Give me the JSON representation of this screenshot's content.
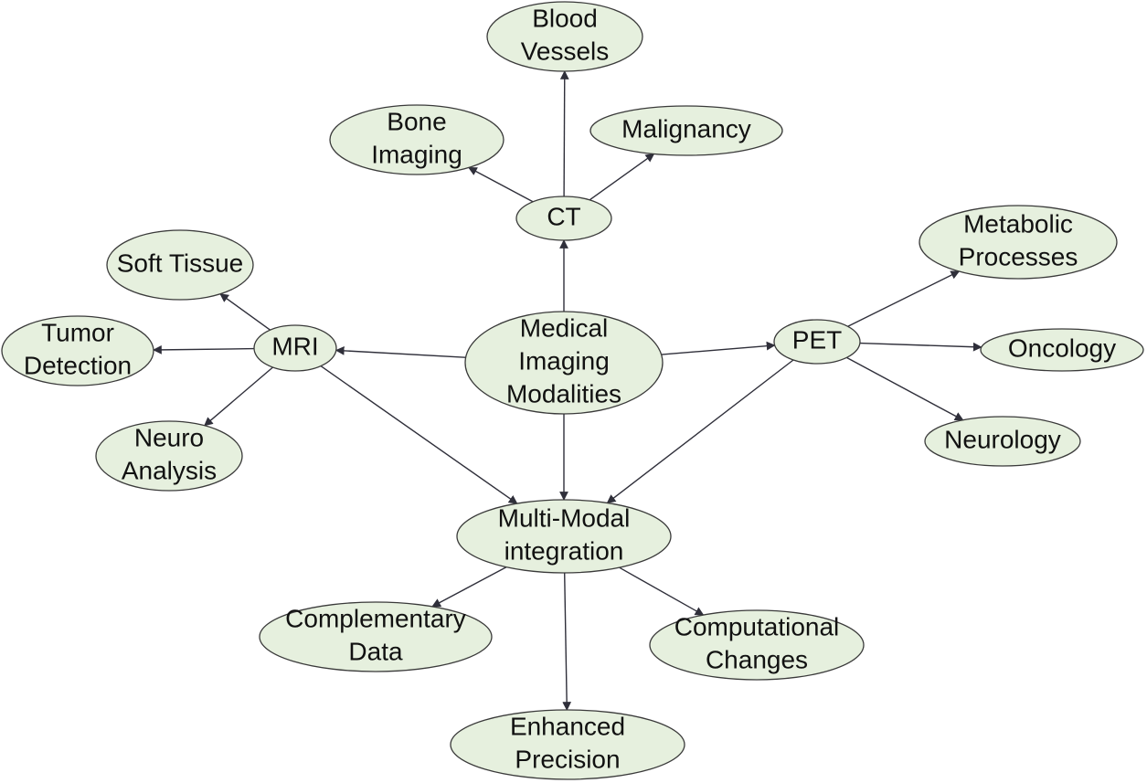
{
  "colors": {
    "node_fill": "#e6f0de",
    "node_stroke": "#3a3a3a",
    "edge": "#2f2f3a",
    "text": "#111111"
  },
  "nodes": {
    "center": [
      "Medical",
      "Imaging",
      "Modalities"
    ],
    "ct": [
      "CT"
    ],
    "mri": [
      "MRI"
    ],
    "pet": [
      "PET"
    ],
    "multi": [
      "Multi-Modal",
      "integration"
    ],
    "blood": [
      "Blood",
      "Vessels"
    ],
    "bone": [
      "Bone",
      "Imaging"
    ],
    "malig": [
      "Malignancy"
    ],
    "soft": [
      "Soft Tissue"
    ],
    "tumor": [
      "Tumor",
      "Detection"
    ],
    "neuro": [
      "Neuro",
      "Analysis"
    ],
    "metab": [
      "Metabolic",
      "Processes"
    ],
    "onco": [
      "Oncology"
    ],
    "neurol": [
      "Neurology"
    ],
    "comp": [
      "Complementary",
      "Data"
    ],
    "compu": [
      "Computational",
      "Changes"
    ],
    "enh": [
      "Enhanced",
      "Precision"
    ]
  },
  "edges": [
    [
      "center",
      "ct"
    ],
    [
      "center",
      "mri"
    ],
    [
      "center",
      "pet"
    ],
    [
      "center",
      "multi"
    ],
    [
      "ct",
      "blood"
    ],
    [
      "ct",
      "bone"
    ],
    [
      "ct",
      "malig"
    ],
    [
      "mri",
      "soft"
    ],
    [
      "mri",
      "tumor"
    ],
    [
      "mri",
      "neuro"
    ],
    [
      "mri",
      "multi"
    ],
    [
      "pet",
      "metab"
    ],
    [
      "pet",
      "onco"
    ],
    [
      "pet",
      "neurol"
    ],
    [
      "pet",
      "multi"
    ],
    [
      "multi",
      "comp"
    ],
    [
      "multi",
      "compu"
    ],
    [
      "multi",
      "enh"
    ]
  ]
}
